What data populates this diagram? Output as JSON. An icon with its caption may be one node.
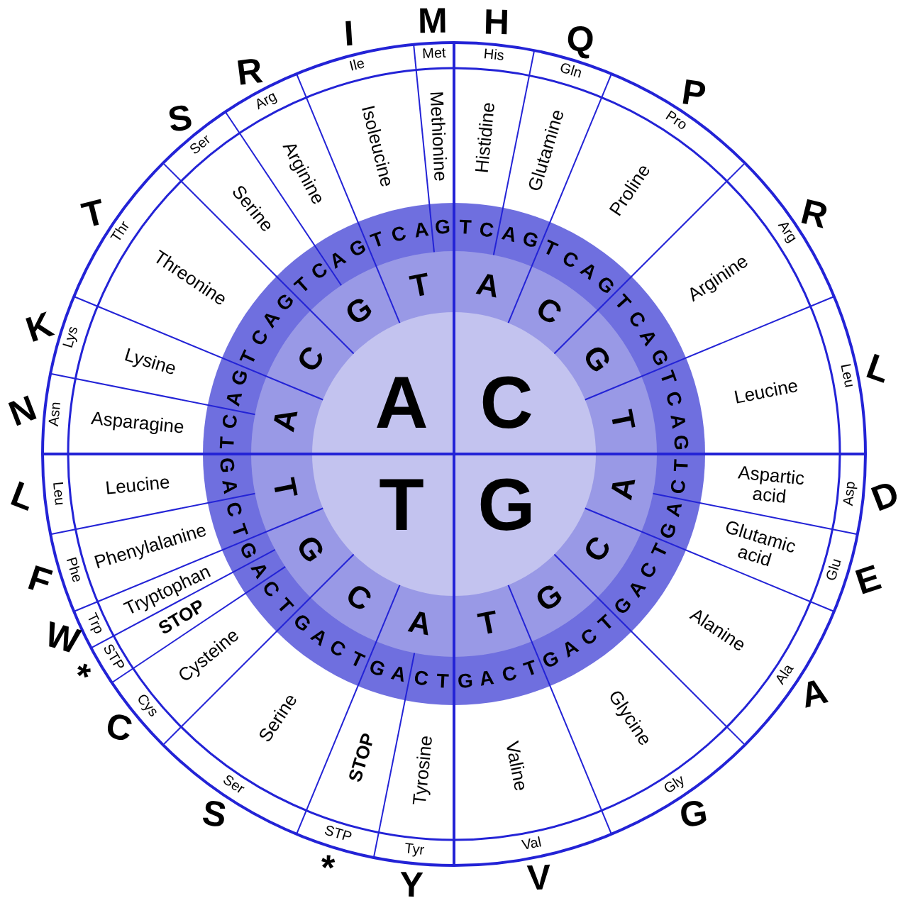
{
  "diagram": {
    "nodes": [
      {
        "text": [
          "C"
        ]
      },
      {
        "text": [
          "G"
        ]
      },
      {
        "text": [
          "T"
        ]
      },
      {
        "text": [
          "A"
        ]
      },
      {
        "text": [
          "A"
        ]
      },
      {
        "text": [
          "C"
        ]
      },
      {
        "text": [
          "G"
        ]
      },
      {
        "text": [
          "T"
        ]
      },
      {
        "text": [
          "A"
        ]
      },
      {
        "text": [
          "C"
        ]
      },
      {
        "text": [
          "G"
        ]
      },
      {
        "text": [
          "T"
        ]
      },
      {
        "text": [
          "A"
        ]
      },
      {
        "text": [
          "C"
        ]
      },
      {
        "text": [
          "G"
        ]
      },
      {
        "text": [
          "T"
        ]
      },
      {
        "text": [
          "A"
        ]
      },
      {
        "text": [
          "C"
        ]
      },
      {
        "text": [
          "G"
        ]
      },
      {
        "text": [
          "T"
        ]
      },
      {
        "text": [
          "T"
        ]
      },
      {
        "text": [
          "C"
        ]
      },
      {
        "text": [
          "A"
        ]
      },
      {
        "text": [
          "G"
        ]
      },
      {
        "text": [
          "T"
        ]
      },
      {
        "text": [
          "C"
        ]
      },
      {
        "text": [
          "A"
        ]
      },
      {
        "text": [
          "G"
        ]
      },
      {
        "text": [
          "T"
        ]
      },
      {
        "text": [
          "C"
        ]
      },
      {
        "text": [
          "A"
        ]
      },
      {
        "text": [
          "G"
        ]
      },
      {
        "text": [
          "T"
        ]
      },
      {
        "text": [
          "C"
        ]
      },
      {
        "text": [
          "A"
        ]
      },
      {
        "text": [
          "G"
        ]
      },
      {
        "text": [
          "T"
        ]
      },
      {
        "text": [
          "C"
        ]
      },
      {
        "text": [
          "A"
        ]
      },
      {
        "text": [
          "G"
        ]
      },
      {
        "text": [
          "T"
        ]
      },
      {
        "text": [
          "C"
        ]
      },
      {
        "text": [
          "A"
        ]
      },
      {
        "text": [
          "G"
        ]
      },
      {
        "text": [
          "T"
        ]
      },
      {
        "text": [
          "C"
        ]
      },
      {
        "text": [
          "A"
        ]
      },
      {
        "text": [
          "G"
        ]
      },
      {
        "text": [
          "T"
        ]
      },
      {
        "text": [
          "C"
        ]
      },
      {
        "text": [
          "A"
        ]
      },
      {
        "text": [
          "G"
        ]
      },
      {
        "text": [
          "T"
        ]
      },
      {
        "text": [
          "C"
        ]
      },
      {
        "text": [
          "A"
        ]
      },
      {
        "text": [
          "G"
        ]
      },
      {
        "text": [
          "T"
        ]
      },
      {
        "text": [
          "C"
        ]
      },
      {
        "text": [
          "A"
        ]
      },
      {
        "text": [
          "G"
        ]
      },
      {
        "text": [
          "T"
        ]
      },
      {
        "text": [
          "C"
        ]
      },
      {
        "text": [
          "A"
        ]
      },
      {
        "text": [
          "G"
        ]
      },
      {
        "text": [
          "T"
        ]
      },
      {
        "text": [
          "C"
        ]
      },
      {
        "text": [
          "A"
        ]
      },
      {
        "text": [
          "G"
        ]
      },
      {
        "text": [
          "T"
        ]
      },
      {
        "text": [
          "C"
        ]
      },
      {
        "text": [
          "A"
        ]
      },
      {
        "text": [
          "G"
        ]
      },
      {
        "text": [
          "T"
        ]
      },
      {
        "text": [
          "C"
        ]
      },
      {
        "text": [
          "A"
        ]
      },
      {
        "text": [
          "G"
        ]
      },
      {
        "text": [
          "T"
        ]
      },
      {
        "text": [
          "C"
        ]
      },
      {
        "text": [
          "A"
        ]
      },
      {
        "text": [
          "G"
        ]
      },
      {
        "text": [
          "T"
        ]
      },
      {
        "text": [
          "C"
        ]
      },
      {
        "text": [
          "A"
        ]
      },
      {
        "text": [
          "G"
        ]
      },
      {
        "text": [
          "Histidine"
        ]
      },
      {
        "text": [
          "Glutamine"
        ]
      },
      {
        "text": [
          "Proline"
        ]
      },
      {
        "text": [
          "Arginine"
        ]
      },
      {
        "text": [
          "Leucine"
        ]
      },
      {
        "text": [
          "Aspartic acid"
        ]
      },
      {
        "text": [
          "Glutamic acid"
        ]
      },
      {
        "text": [
          "Alanine"
        ]
      },
      {
        "text": [
          "Glycine"
        ]
      },
      {
        "text": [
          "Valine"
        ]
      },
      {
        "text": [
          "Tyrosine"
        ]
      },
      {
        "text": [
          "STOP"
        ]
      },
      {
        "text": [
          "Serine"
        ]
      },
      {
        "text": [
          "Cysteine"
        ]
      },
      {
        "text": [
          "STOP"
        ]
      },
      {
        "text": [
          "Tryptophan"
        ]
      },
      {
        "text": [
          "Phenylalanine"
        ]
      },
      {
        "text": [
          "Leucine"
        ]
      },
      {
        "text": [
          "Asparagine"
        ]
      },
      {
        "text": [
          "Lysine"
        ]
      },
      {
        "text": [
          "Threonine"
        ]
      },
      {
        "text": [
          "Serine"
        ]
      },
      {
        "text": [
          "Arginine"
        ]
      },
      {
        "text": [
          "Isoleucine"
        ]
      },
      {
        "text": [
          "Methionine"
        ]
      },
      {
        "text": [
          "His"
        ],
        "beside": [
          "H"
        ]
      },
      {
        "text": [
          "Gln"
        ],
        "beside": [
          "Q"
        ]
      },
      {
        "text": [
          "Pro"
        ],
        "beside": [
          "P"
        ]
      },
      {
        "text": [
          "Arg"
        ],
        "beside": [
          "R"
        ]
      },
      {
        "text": [
          "Leu"
        ],
        "beside": [
          "L"
        ]
      },
      {
        "text": [
          "Asp"
        ],
        "beside": [
          "D"
        ]
      },
      {
        "text": [
          "Glu"
        ],
        "beside": [
          "E"
        ]
      },
      {
        "text": [
          "Ala"
        ],
        "beside": [
          "A"
        ]
      },
      {
        "text": [
          "Gly"
        ],
        "beside": [
          "G"
        ]
      },
      {
        "text": [
          "Val"
        ],
        "beside": [
          "V"
        ]
      },
      {
        "text": [
          "Tyr"
        ],
        "beside": [
          "Y"
        ]
      },
      {
        "text": [
          "STP"
        ],
        "beside": [
          "*"
        ]
      },
      {
        "text": [
          "Ser"
        ],
        "beside": [
          "S"
        ]
      },
      {
        "text": [
          "Cys"
        ],
        "beside": [
          "C"
        ]
      },
      {
        "text": [
          "STP"
        ],
        "beside": [
          "*"
        ]
      },
      {
        "text": [
          "Trp"
        ],
        "beside": [
          "W"
        ]
      },
      {
        "text": [
          "Phe"
        ],
        "beside": [
          "F"
        ]
      },
      {
        "text": [
          "Leu"
        ],
        "beside": [
          "L"
        ]
      },
      {
        "text": [
          "Asn"
        ],
        "beside": [
          "N"
        ]
      },
      {
        "text": [
          "Lys"
        ],
        "beside": [
          "K"
        ]
      },
      {
        "text": [
          "Thr"
        ],
        "beside": [
          "T"
        ]
      },
      {
        "text": [
          "Ser"
        ],
        "beside": [
          "S"
        ]
      },
      {
        "text": [
          "Arg"
        ],
        "beside": [
          "R"
        ]
      },
      {
        "text": [
          "Ile"
        ],
        "beside": [
          "I"
        ]
      },
      {
        "text": [
          "Met"
        ],
        "beside": [
          "M"
        ]
      }
    ]
  }
}
